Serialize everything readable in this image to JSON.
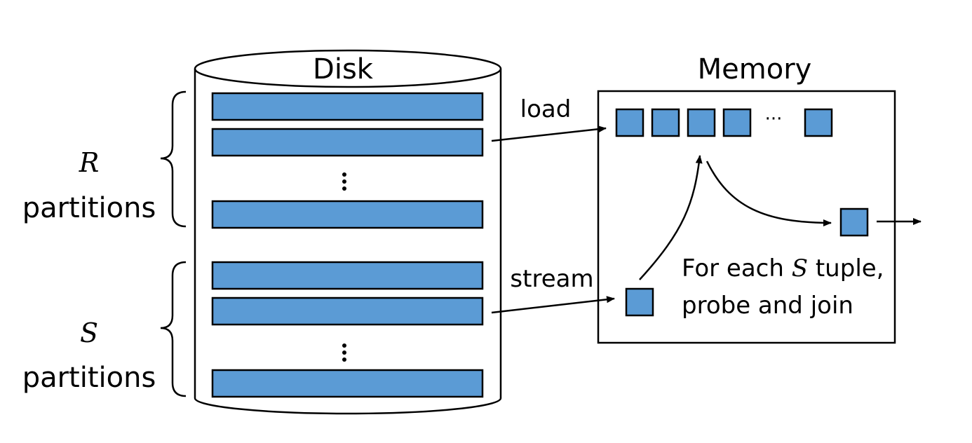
{
  "disk": {
    "title": "Disk"
  },
  "memory": {
    "title": "Memory"
  },
  "r_group": {
    "letter": "R",
    "word": "partitions"
  },
  "s_group": {
    "letter": "S",
    "word": "partitions"
  },
  "arrows": {
    "load": "load",
    "stream": "stream"
  },
  "hash_table": {
    "ellipsis": "···"
  },
  "probe_note": {
    "prefix": "For each ",
    "letter": "S",
    "suffix": " tuple,",
    "line2": "probe and join"
  },
  "colors": {
    "block_fill": "#5b9bd5",
    "outline": "#000000",
    "background": "#ffffff"
  }
}
